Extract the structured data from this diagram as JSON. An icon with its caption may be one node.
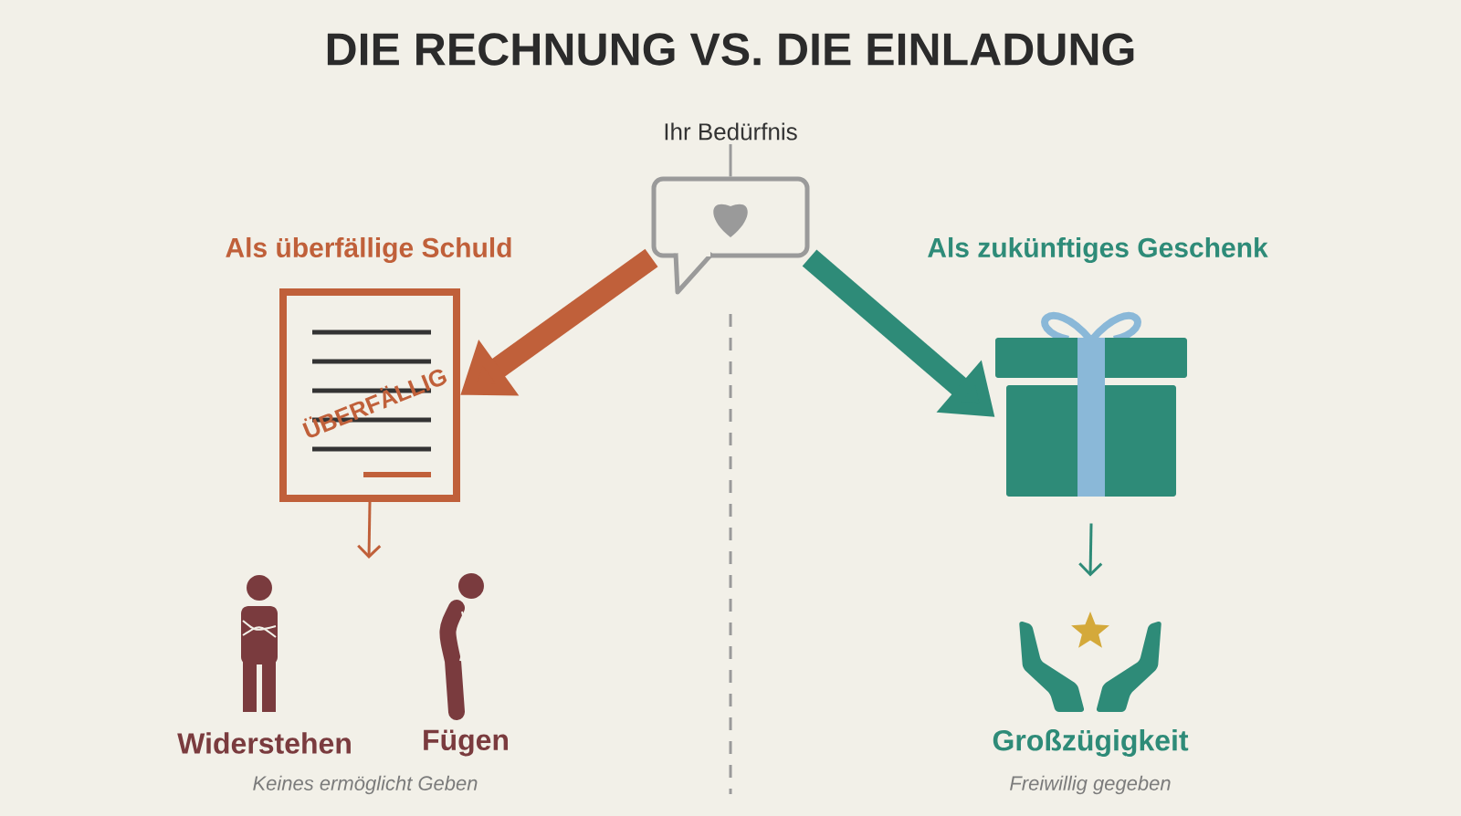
{
  "diagram": {
    "title": "DIE RECHNUNG VS. DIE EINLADUNG",
    "nodes": [
      {
        "text": [
          "Ihr Bedürfnis"
        ]
      },
      {
        "text": [],
        "shape": "bubble"
      },
      {
        "text": [
          "Als überfällige Schuld",
          "ÜBERFÄLLIG"
        ]
      },
      {
        "text": [
          "Als zukünftiges Geschenk"
        ]
      },
      {
        "text": [
          "Widerstehen"
        ]
      },
      {
        "text": [
          "Fügen"
        ]
      },
      {
        "text": [
          "Großzügigkeit"
        ],
        "beside": [
          "Freiwillig gegeben"
        ]
      }
    ],
    "edges": [
      {
        "from": 0,
        "to": 1,
        "arrow": "none",
        "color": "#9a9a9a"
      },
      {
        "from": 1,
        "to": 2,
        "arrow": "to",
        "style": "thick",
        "color": "#c0603a"
      },
      {
        "from": 1,
        "to": 3,
        "arrow": "to",
        "style": "thick",
        "color": "#2e8b78"
      },
      {
        "from": 2,
        "to": 4,
        "arrow": "to",
        "color": "#c0603a"
      },
      {
        "from": 3,
        "to": 6,
        "arrow": "to",
        "color": "#2e8b78"
      }
    ],
    "labels": [
      "Keines ermöglicht Geben"
    ]
  }
}
